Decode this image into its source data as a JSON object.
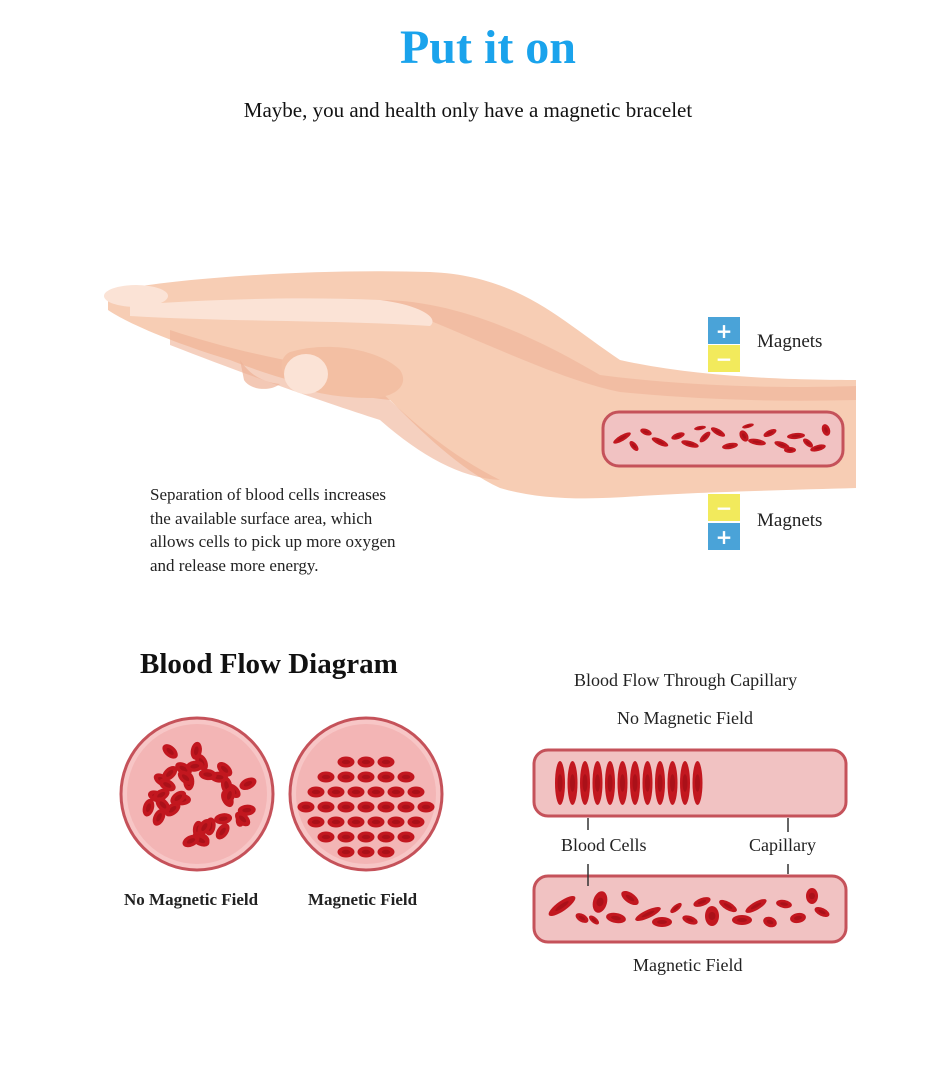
{
  "header": {
    "title": "Put it on",
    "subtitle": "Maybe, you and health only have a magnetic bracelet"
  },
  "colors": {
    "title": "#1aa3ec",
    "skin": "#f7cdb4",
    "skin_shadow": "#eeb095",
    "skin_light": "#fbe3d6",
    "vessel_fill": "#f1c2c2",
    "vessel_border": "#c5525a",
    "cell": "#c2171f",
    "cell_dark": "#8e0c12",
    "magnet_plus": "#4aa3d8",
    "magnet_minus": "#f2ea5c"
  },
  "hand_section": {
    "magnets_top": {
      "label": "Magnets",
      "top_symbol": "+",
      "bottom_symbol": "−"
    },
    "magnets_bottom": {
      "label": "Magnets",
      "top_symbol": "−",
      "bottom_symbol": "+"
    },
    "description_lines": [
      "Separation of blood cells increases",
      "the available surface area, which",
      "allows cells to pick up more oxygen",
      "and release more energy."
    ]
  },
  "blood_flow": {
    "title": "Blood Flow Diagram",
    "circle_labels": [
      "No Magnetic Field",
      "Magnetic Field"
    ]
  },
  "capillary": {
    "title": "Blood Flow Through Capillary",
    "top_label": "No Magnetic Field",
    "blood_cells_label": "Blood Cells",
    "capillary_label": "Capillary",
    "bottom_label": "Magnetic Field"
  }
}
